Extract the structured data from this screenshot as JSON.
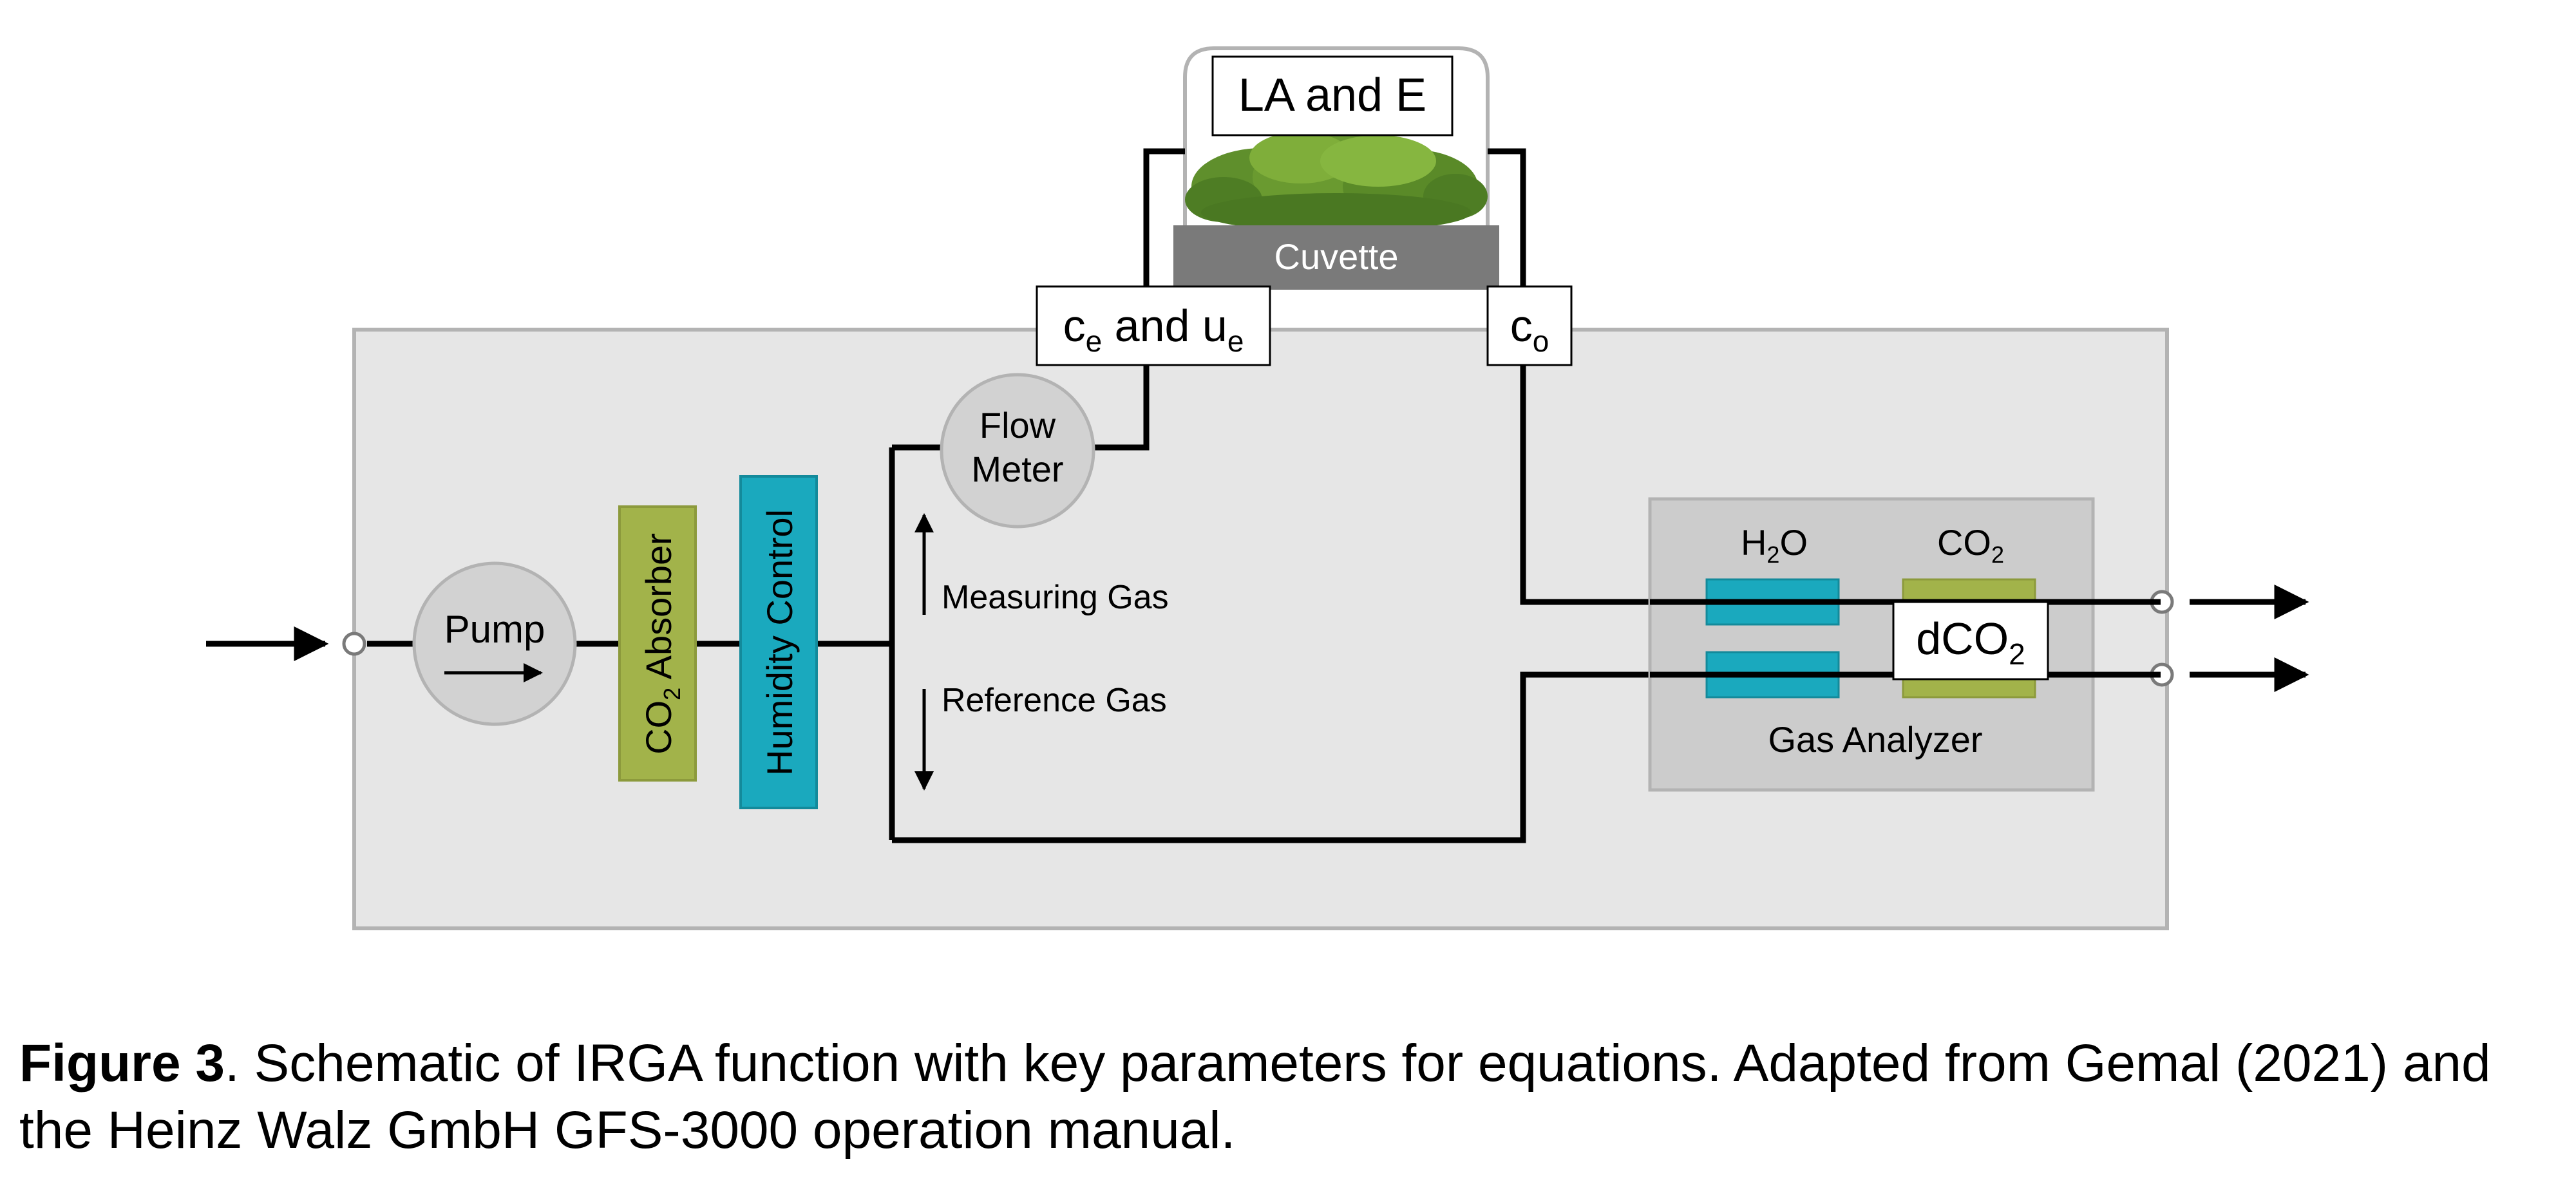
{
  "labels": {
    "la_and_e": "LA and E",
    "cuvette": "Cuvette",
    "ce_main": "c",
    "ce_sub": "e",
    "and_text": " and u",
    "ue_sub": "e",
    "co_main": "c",
    "co_sub": "o",
    "flow_line1": "Flow",
    "flow_line2": "Meter",
    "pump": "Pump",
    "co2_absorber_pre": "CO",
    "co2_absorber_sub": "2",
    "co2_absorber_post": " Absorber",
    "humidity_control": "Humidity Control",
    "measuring_gas": "Measuring Gas",
    "reference_gas": "Reference Gas",
    "h2o_h": "H",
    "h2o_sub": "2",
    "h2o_o": "O",
    "co2_main": "CO",
    "co2_sub": "2",
    "dco2_main": "dCO",
    "dco2_sub": "2",
    "gas_analyzer": "Gas Analyzer"
  },
  "caption": {
    "figure_label": "Figure 3",
    "text": ". Schematic of IRGA function with key parameters for equations. Adapted from Gemal (2021) and the Heinz Walz GmbH GFS-3000 operation manual."
  },
  "colors": {
    "panel": "#e6e6e6",
    "box_border": "#b3b3b3",
    "analyzer": "#cccccc",
    "cuvette": "#7a7a7a",
    "olive": "#a2b34a",
    "teal": "#1aa9be",
    "circle": "#d2d2d2",
    "moss": "#5f8f2c"
  }
}
